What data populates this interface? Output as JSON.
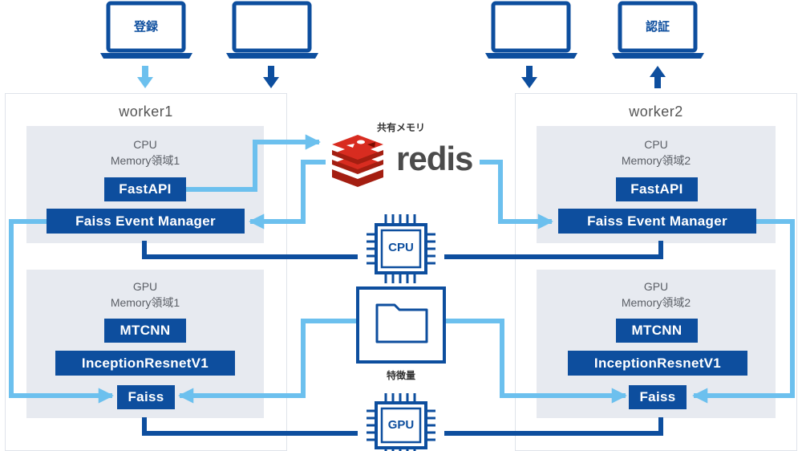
{
  "laptops": [
    {
      "label": "登録"
    },
    {
      "label": ""
    },
    {
      "label": ""
    },
    {
      "label": "認証"
    }
  ],
  "shared_memory_label": "共有メモリ",
  "redis_label": "redis",
  "feature_label": "特徴量",
  "cpu_chip_label": "CPU",
  "gpu_chip_label": "GPU",
  "workers": [
    {
      "title": "worker1",
      "cpu_panel": {
        "label": "CPU\nMemory領域1",
        "fastapi": "FastAPI",
        "event_manager": "Faiss Event Manager"
      },
      "gpu_panel": {
        "label": "GPU\nMemory領域1",
        "mtcnn": "MTCNN",
        "inception": "InceptionResnetV1",
        "faiss": "Faiss"
      }
    },
    {
      "title": "worker2",
      "cpu_panel": {
        "label": "CPU\nMemory領域2",
        "fastapi": "FastAPI",
        "event_manager": "Faiss Event Manager"
      },
      "gpu_panel": {
        "label": "GPU\nMemory領域2",
        "mtcnn": "MTCNN",
        "inception": "InceptionResnetV1",
        "faiss": "Faiss"
      }
    }
  ],
  "colors": {
    "dark_blue": "#0d4e9e",
    "light_blue": "#6cc0ee",
    "panel_gray": "#e7eaf0",
    "redis_red": "#d82c20"
  }
}
